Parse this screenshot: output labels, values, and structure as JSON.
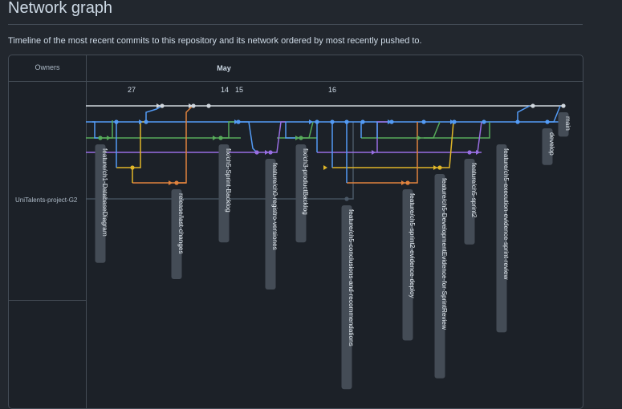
{
  "page": {
    "title": "Network graph",
    "description": "Timeline of the most recent commits to this repository and its network ordered by most recently pushed to."
  },
  "table": {
    "owners_header": "Owners",
    "month_label": "May",
    "day_labels": [
      "27",
      "14",
      "15",
      "16"
    ],
    "owner": "UniTalents-project-G2"
  },
  "colors": {
    "main": "#d0d7de",
    "develop": "#539bf5",
    "green": "#57ab5a",
    "purple": "#986ee2",
    "yellow": "#e0b628",
    "orange": "#e0823d",
    "darkblue": "#4a5866"
  },
  "branches": [
    "feature/ch1-DatabaseDiagram",
    "release/last-changes",
    "fix/ch5-Sprint-Backlog",
    "feature/ch0-registro-versiones",
    "fix/ch3-productBacklog",
    "feature/ch5-conclusions-and-recommendations",
    "feature/ch5-sprint2-evidence-deploy",
    "feature/ch5-DevelopmentEvidence-for-SprintReview",
    "feature/ch5-sprint2",
    "feature/ch5-execution-evidence-sprint-review",
    "develop",
    "main"
  ]
}
